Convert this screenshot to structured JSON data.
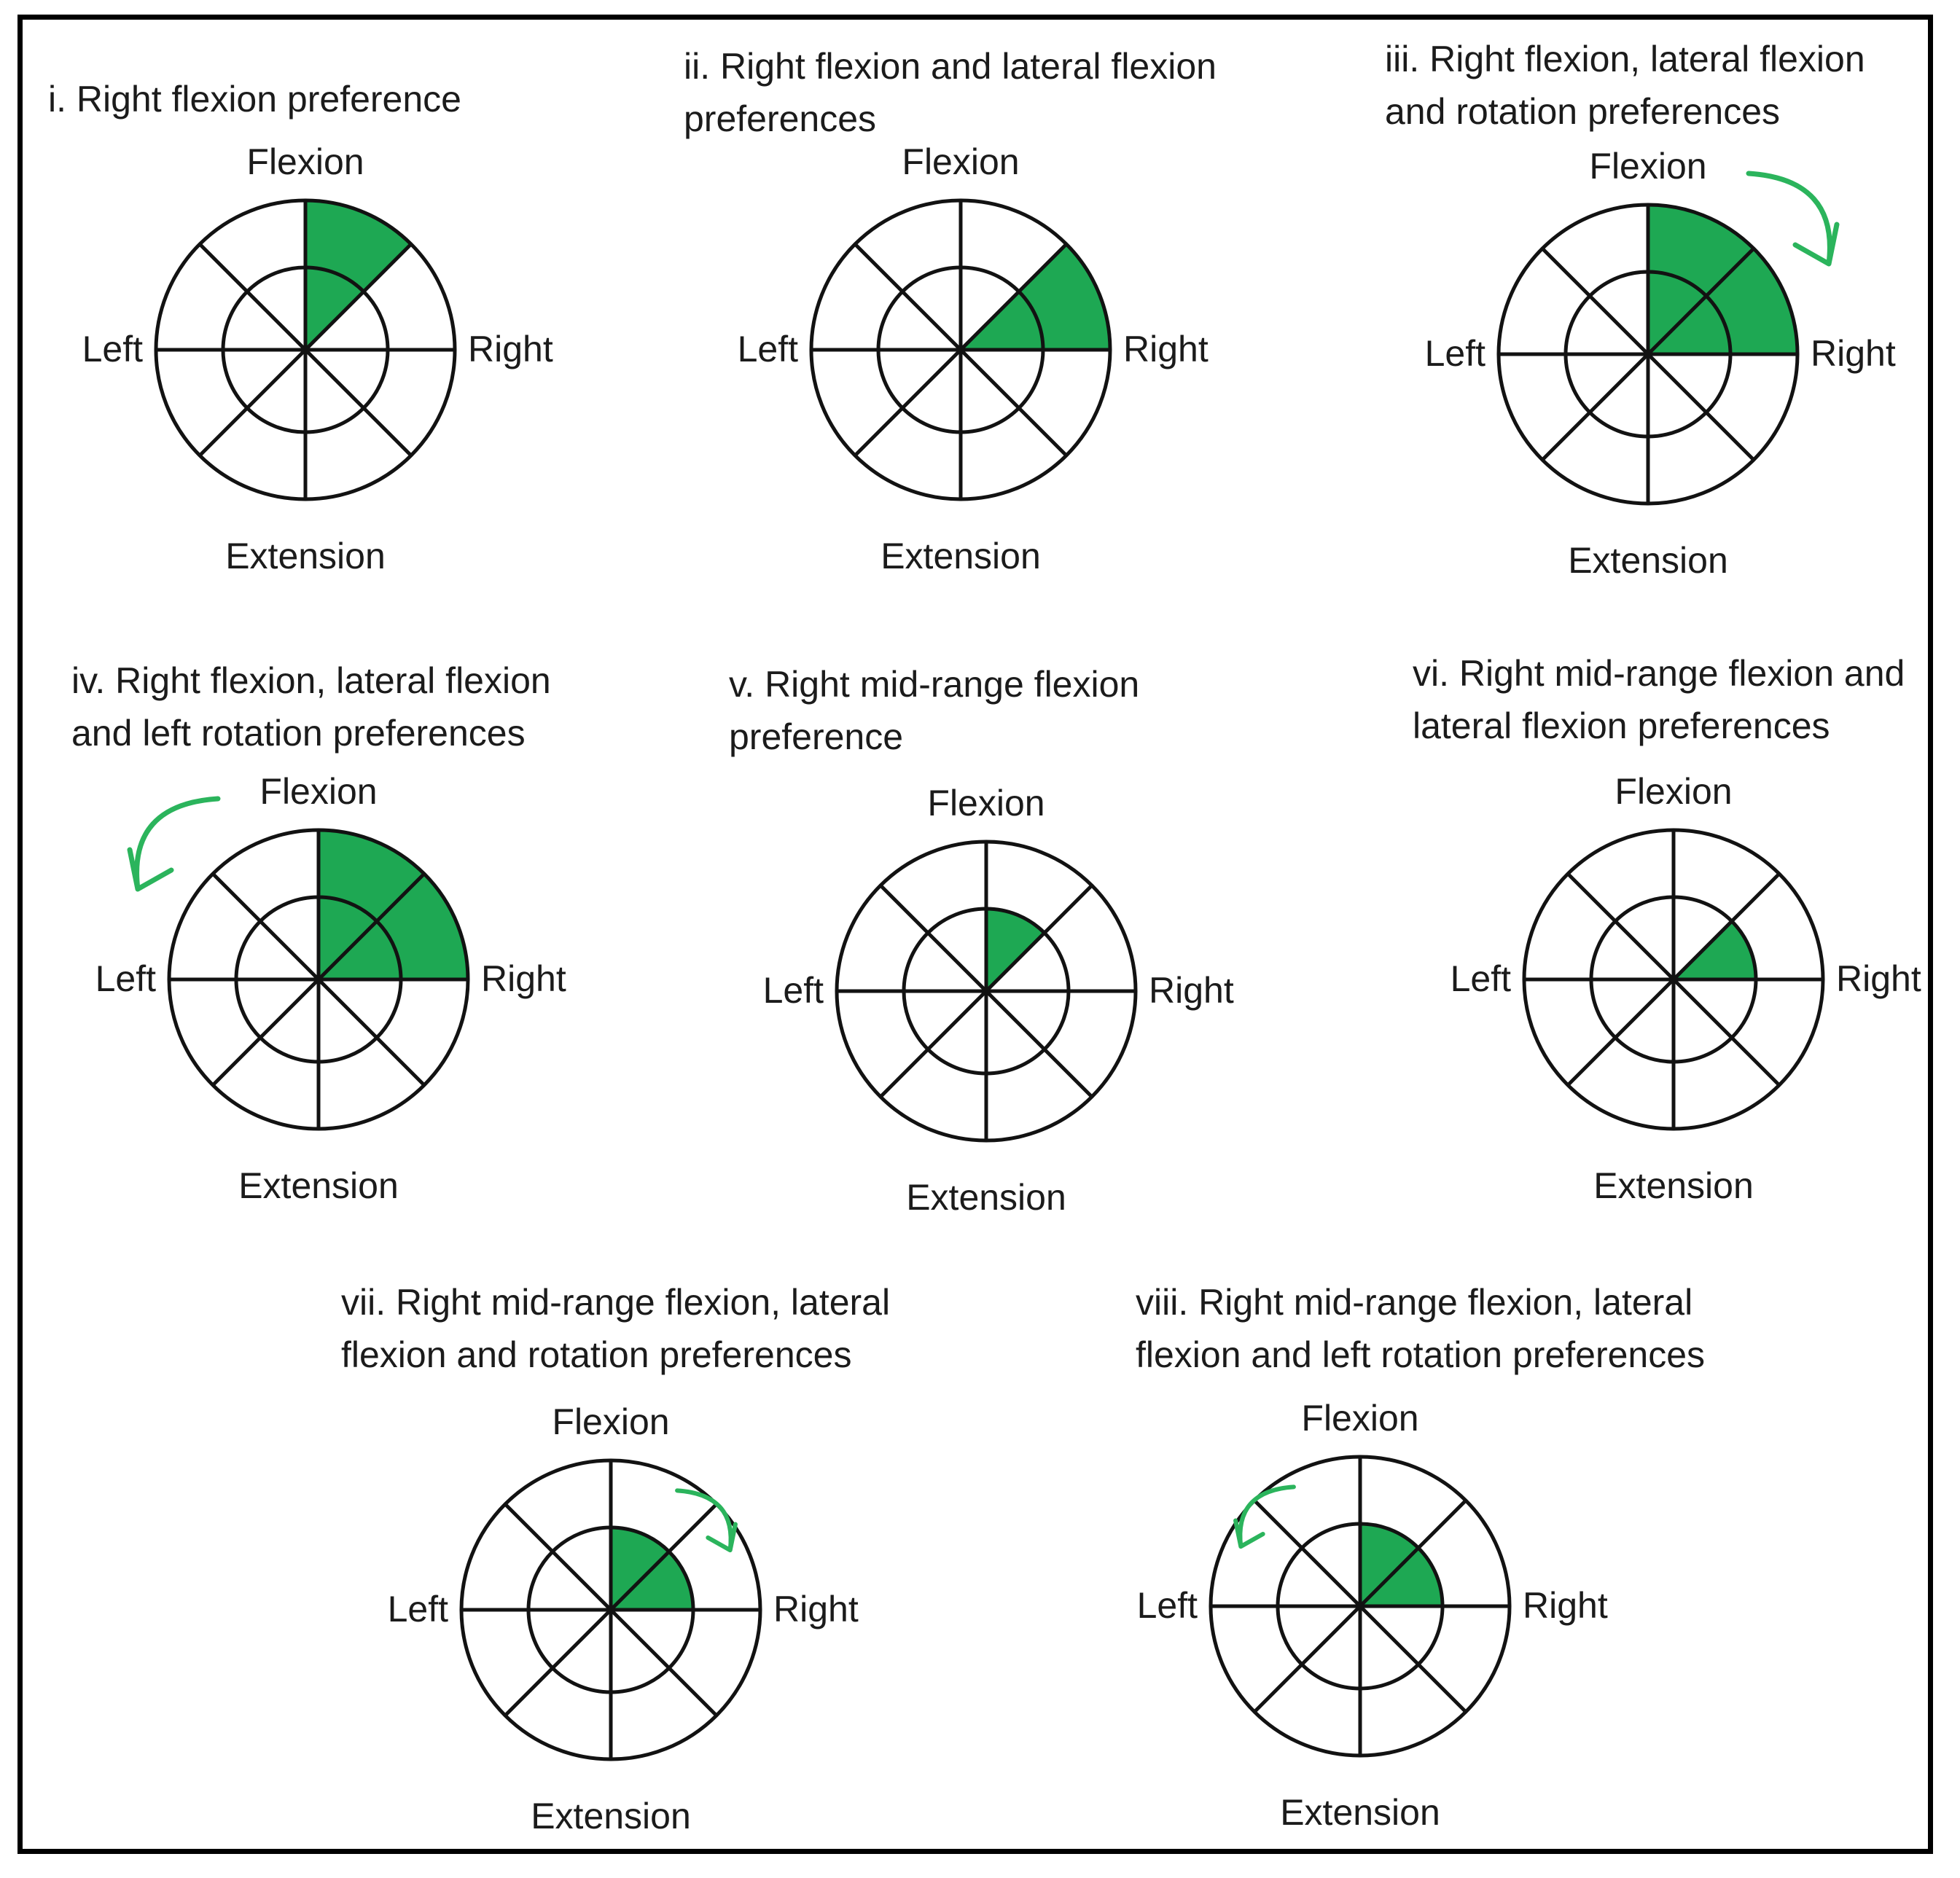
{
  "figure_type": "cervical movement preference wheels",
  "colors": {
    "sector_green": "#1ea853",
    "arrow_green": "#2bb45c",
    "line_black": "#121212",
    "border_black": "#000000"
  },
  "axis_labels": {
    "top": "Flexion",
    "bottom": "Extension",
    "left": "Left",
    "right": "Right"
  },
  "wheels": [
    {
      "numeral": "i",
      "title_lines": [
        "i. Right flexion preference"
      ],
      "sector": {
        "start_deg": 0,
        "end_deg": 45,
        "extent": "full"
      },
      "rotation_arrow": "none"
    },
    {
      "numeral": "ii",
      "title_lines": [
        "ii. Right flexion and lateral flexion",
        "preferences"
      ],
      "sector": {
        "start_deg": 45,
        "end_deg": 90,
        "extent": "full"
      },
      "rotation_arrow": "none"
    },
    {
      "numeral": "iii",
      "title_lines": [
        "iii. Right flexion, lateral flexion",
        "and rotation preferences"
      ],
      "sector": {
        "start_deg": 0,
        "end_deg": 90,
        "extent": "full"
      },
      "rotation_arrow": "clockwise"
    },
    {
      "numeral": "iv",
      "title_lines": [
        "iv. Right flexion, lateral flexion",
        "and left rotation preferences"
      ],
      "sector": {
        "start_deg": 0,
        "end_deg": 90,
        "extent": "full"
      },
      "rotation_arrow": "counterclockwise"
    },
    {
      "numeral": "v",
      "title_lines": [
        "v. Right mid-range flexion",
        "preference"
      ],
      "sector": {
        "start_deg": 0,
        "end_deg": 45,
        "extent": "mid-range"
      },
      "rotation_arrow": "none"
    },
    {
      "numeral": "vi",
      "title_lines": [
        "vi. Right mid-range flexion and",
        "lateral flexion preferences"
      ],
      "sector": {
        "start_deg": 45,
        "end_deg": 90,
        "extent": "mid-range"
      },
      "rotation_arrow": "none"
    },
    {
      "numeral": "vii",
      "title_lines": [
        "vii. Right mid-range flexion, lateral",
        "flexion and rotation preferences"
      ],
      "sector": {
        "start_deg": 0,
        "end_deg": 90,
        "extent": "mid-range"
      },
      "rotation_arrow": "clockwise"
    },
    {
      "numeral": "viii",
      "title_lines": [
        "viii. Right mid-range flexion, lateral",
        "flexion and left rotation preferences"
      ],
      "sector": {
        "start_deg": 0,
        "end_deg": 90,
        "extent": "mid-range"
      },
      "rotation_arrow": "counterclockwise"
    }
  ]
}
